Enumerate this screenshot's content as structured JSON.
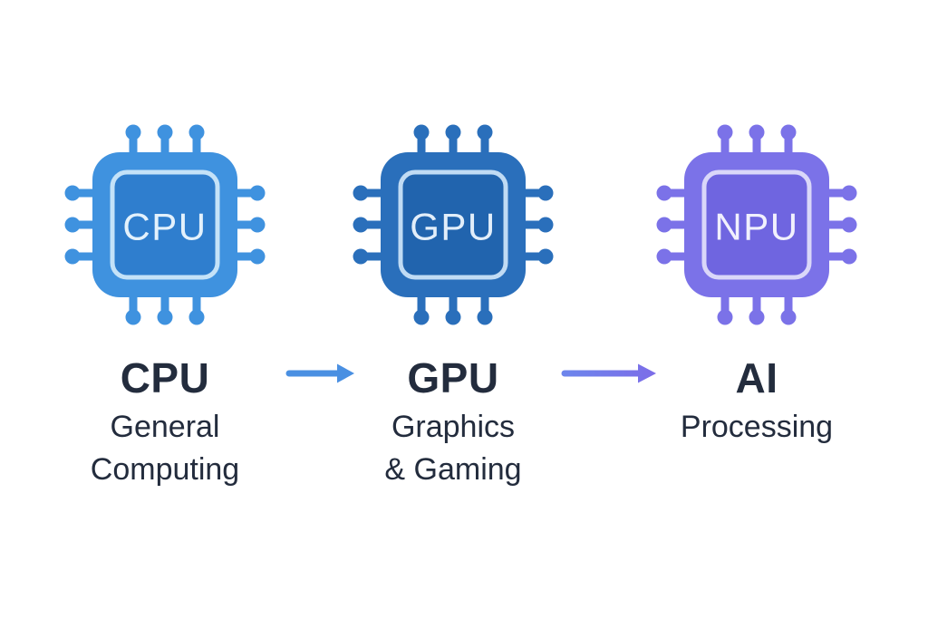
{
  "background_color": "#ffffff",
  "text_color": "#232C3D",
  "diagram": {
    "items": [
      {
        "chip_label": "CPU",
        "title": "CPU",
        "subtitle_line1": "General",
        "subtitle_line2": "Computing",
        "chip_color": "#3F92DF",
        "chip_inner_color": "#2F7ECE",
        "chip_border_color": "#C4E2F8",
        "chip_label_color": "#E3F1FC"
      },
      {
        "chip_label": "GPU",
        "title": "GPU",
        "subtitle_line1": "Graphics",
        "subtitle_line2": "& Gaming",
        "chip_color": "#2A6FBB",
        "chip_inner_color": "#2164AE",
        "chip_border_color": "#C0DBF4",
        "chip_label_color": "#E2EEFA"
      },
      {
        "chip_label": "NPU",
        "title": "AI",
        "subtitle_line1": "Processing",
        "chip_color": "#7B72E8",
        "chip_inner_color": "#6F65E0",
        "chip_border_color": "#DAD7F9",
        "chip_label_color": "#F1F0FD"
      }
    ],
    "arrows": [
      {
        "color_start": "#4A90E2",
        "color_end": "#4A90E2"
      },
      {
        "color_start": "#6C86EC",
        "color_end": "#7D6CE8"
      }
    ]
  }
}
